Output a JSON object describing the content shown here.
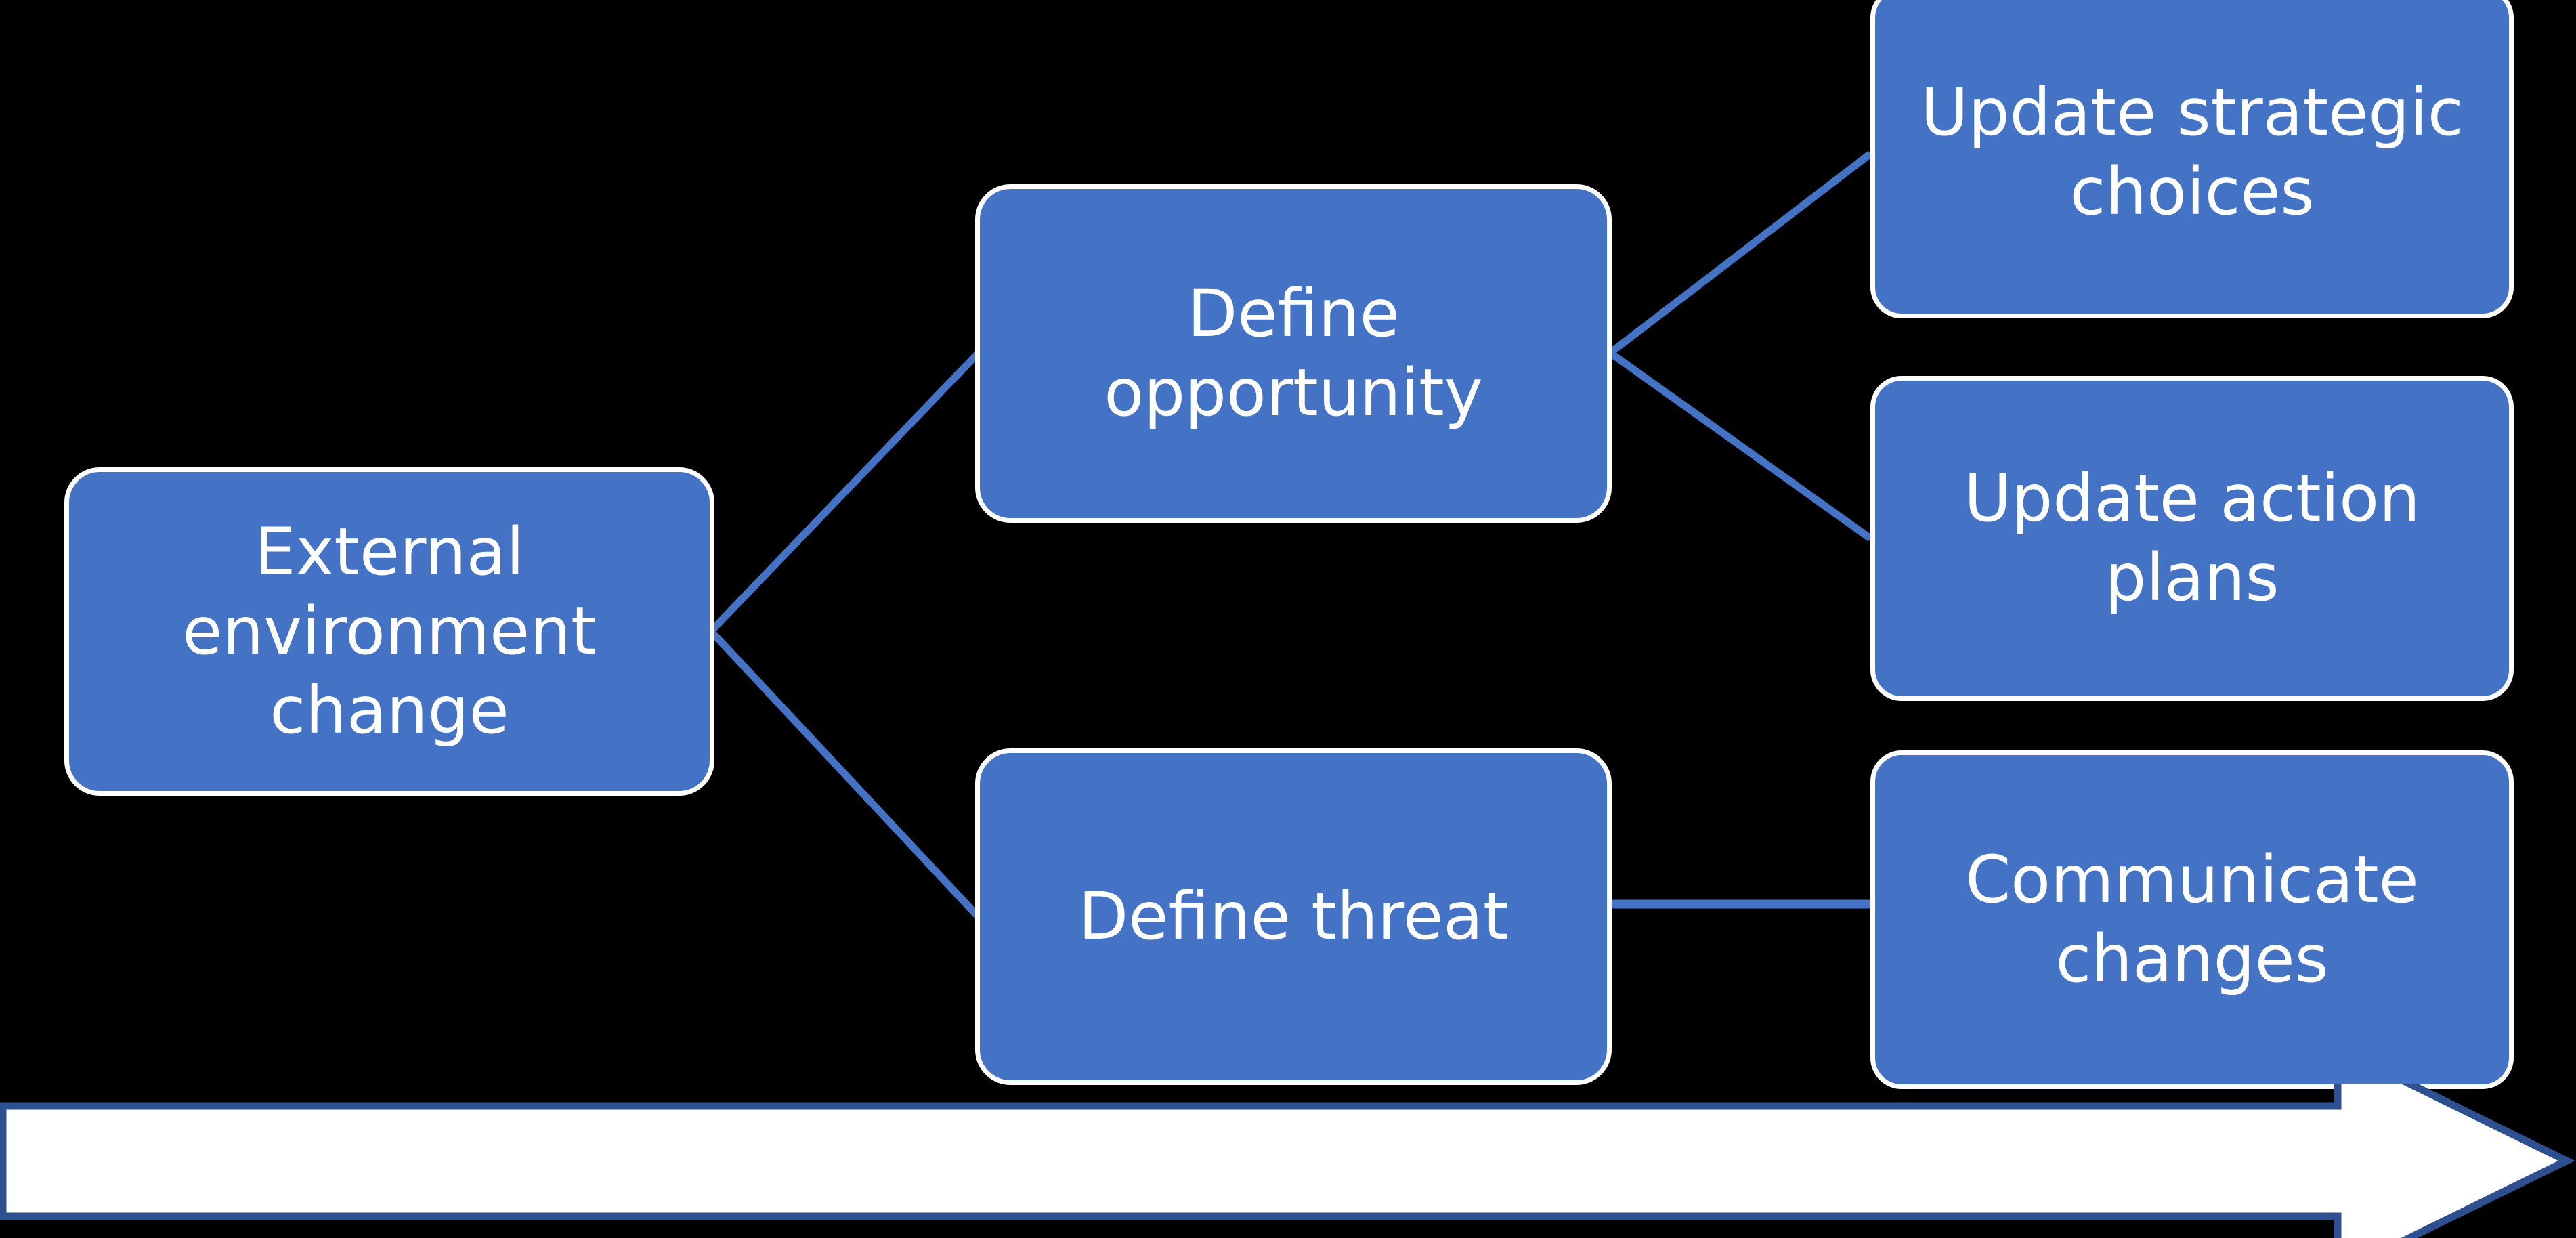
{
  "diagram": {
    "title": "External environment change response flow",
    "type": "flowchart",
    "background_color": "#000000",
    "node_fill_color": "#4472C4",
    "node_border_color": "#FFFFFF",
    "node_text_color": "#FFFFFF",
    "connector_color": "#4472C4",
    "arrow_fill_color": "#FFFFFF",
    "arrow_outline_color": "#2E5090",
    "nodes": [
      {
        "id": "external",
        "label": "External environment change"
      },
      {
        "id": "opportunity",
        "label": "Define opportunity"
      },
      {
        "id": "threat",
        "label": "Define threat"
      },
      {
        "id": "strategic",
        "label": "Update strategic choices"
      },
      {
        "id": "actionplans",
        "label": "Update action plans"
      },
      {
        "id": "communicate",
        "label": "Communicate changes"
      }
    ],
    "edges": [
      {
        "from": "external",
        "to": "opportunity"
      },
      {
        "from": "external",
        "to": "threat"
      },
      {
        "from": "opportunity",
        "to": "strategic"
      },
      {
        "from": "opportunity",
        "to": "actionplans"
      },
      {
        "from": "threat",
        "to": "communicate"
      }
    ],
    "timeline_arrow": {
      "name": "time-arrow",
      "direction": "right",
      "label": ""
    }
  }
}
